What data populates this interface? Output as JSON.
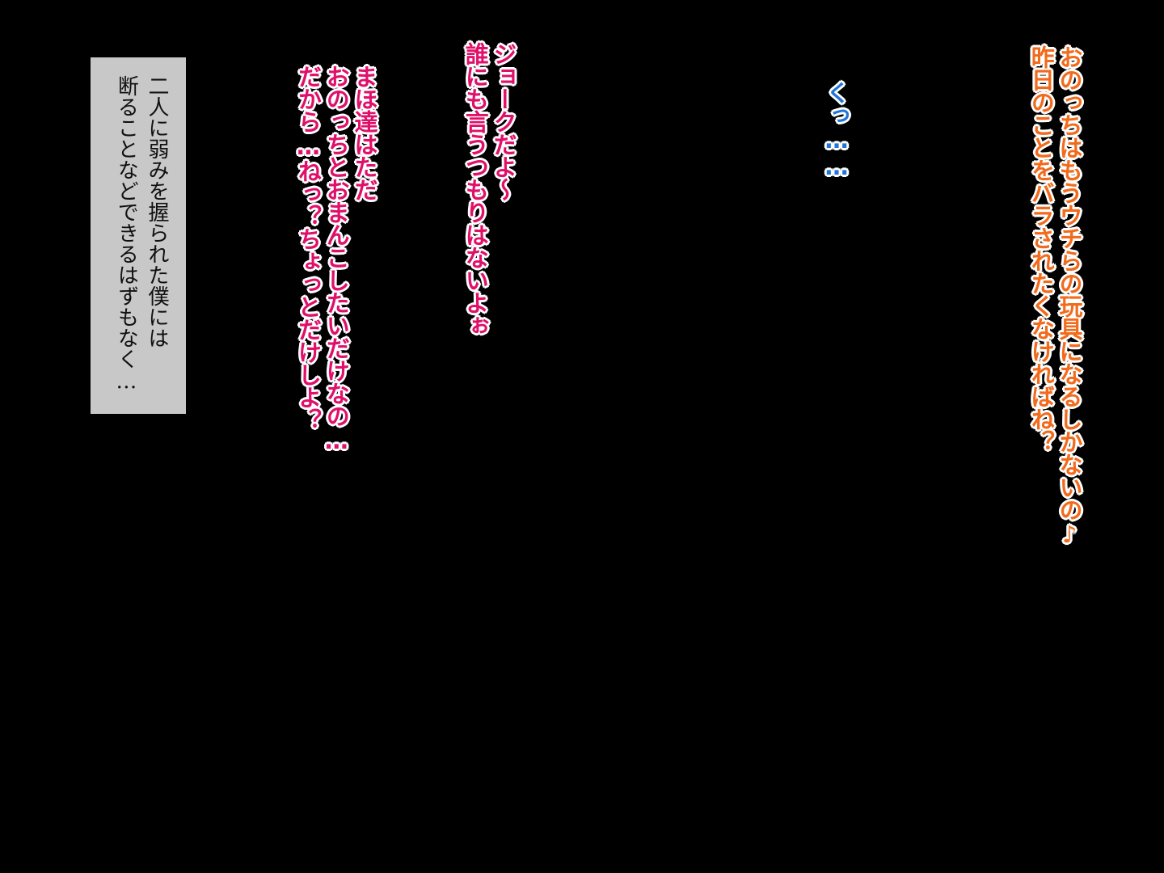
{
  "colors": {
    "background": "#000000",
    "orange": "#f26a1b",
    "blue": "#1f76d6",
    "pink": "#e0106a",
    "stroke": "#ffffff",
    "narration_box": "#c8c8c8",
    "narration_text": "#111111"
  },
  "dialogs": {
    "orange": {
      "lines": [
        "おのっちはもうウチらの玩具になるしかないの♪",
        "昨日のことをバラされたくなければね？"
      ]
    },
    "blue": {
      "lines": [
        "くっ……"
      ]
    },
    "pink_1": {
      "lines": [
        "ジョークだよ～",
        "誰にも言うつもりはないよぉ"
      ]
    },
    "pink_2": {
      "lines": [
        "まほ達はただ",
        "おのっちとおまんこしたいだけなの…",
        "だから…ねっ？ちょっとだけしよ？"
      ]
    }
  },
  "narration": {
    "lines": [
      "二人に弱みを握られた僕には",
      "断ることなどできるはずもなく…"
    ]
  }
}
